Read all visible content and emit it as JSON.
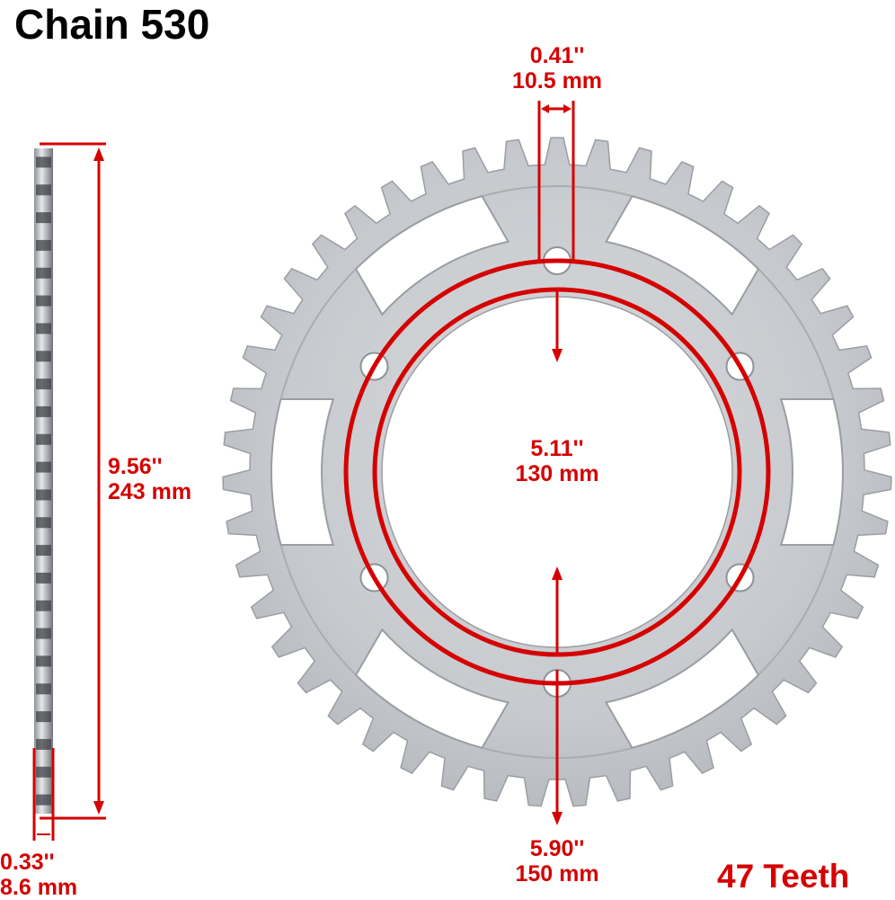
{
  "title": "Chain 530",
  "teeth_label": "47 Teeth",
  "product": {
    "teeth_count": 47,
    "bolt_holes": 6,
    "cutouts": 6,
    "metal_color": "#c4c7cb",
    "accent_color": "#d50000"
  },
  "dimensions": {
    "pitch": {
      "inch": "0.41''",
      "mm": "10.5 mm"
    },
    "bolt_circle": {
      "inch": "5.11''",
      "mm": "130 mm"
    },
    "center_bore": {
      "inch": "5.90''",
      "mm": "150 mm"
    },
    "outer_diameter": {
      "inch": "9.56''",
      "mm": "243 mm"
    },
    "thickness": {
      "inch": "0.33''",
      "mm": "8.6 mm"
    }
  }
}
